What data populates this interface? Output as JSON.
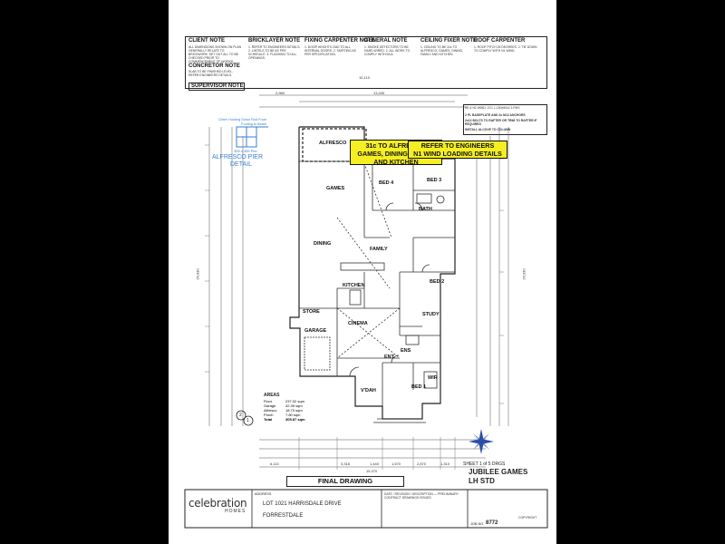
{
  "notes": {
    "client": "CLIENT NOTE",
    "bricklayer": "BRICKLAYER NOTE",
    "fixing_carpenter": "FIXING CARPENTER NOTE",
    "general": "GENERAL NOTE",
    "ceiling_fixer": "CEILING FIXER NOTE",
    "roof_carpenter": "ROOF CARPENTER",
    "concretor": "CONCRETOR NOTE",
    "supervisor": "SUPERVISOR NOTE"
  },
  "callouts": {
    "alfresco_area": [
      "31c TO ALFRESCO,",
      "GAMES, DINING, FAMILY",
      "AND KITCHEN"
    ],
    "engineers": [
      "REFER TO ENGINEERS",
      "N1 WIND LOADING DETAILS"
    ]
  },
  "wind_notes": [
    "N1 & N2 WIND: 2C1 1-150x50x2.3 RHS",
    "2 PL BASEPLATE AND 2x M12 ANCHORS",
    "2x12 BOLTS TO RAFTER OR TRIM TO RAFTER IF REQUIRED",
    "INSTALL ALCOVE TO COLUMN"
  ],
  "pier_detail": {
    "caption": "12mm Holding Down Rod From Footing to Beam",
    "size": "355 x 355 Pier",
    "title": [
      "ALFRESCO PIER",
      "DETAIL"
    ]
  },
  "rooms": {
    "alfresco": "ALFRESCO",
    "games": "GAMES",
    "bed4": "BED 4",
    "bed3": "BED 3",
    "bath": "BATH",
    "dining": "DINING",
    "family": "FAMILY",
    "kitchen": "KITCHEN",
    "bed2": "BED 2",
    "store": "STORE",
    "study": "STUDY",
    "garage": "GARAGE",
    "cinema": "CINEMA",
    "ent": "ENT.",
    "vdah": "V'DAH",
    "bed1": "BED 1",
    "ens": "ENS",
    "wir": "WIR"
  },
  "dimensions": {
    "top_left": "2,980",
    "top_mid": "10,110",
    "top_right": "13,430",
    "left_vertical": "26,930",
    "right_vertical": "26,930",
    "bottom_total": "15,370",
    "bottom_segments": [
      "6,110",
      "3,318",
      "1,440",
      "1,670",
      "2,870",
      "1,310"
    ]
  },
  "areas": {
    "title": "AREAS",
    "rows": [
      {
        "label": "Floor",
        "value": "237.02 sqm"
      },
      {
        "label": "Garage",
        "value": "42.35 sqm"
      },
      {
        "label": "Alfresco",
        "value": "18.70 sqm"
      },
      {
        "label": "Porch",
        "value": "7.80 sqm"
      },
      {
        "label": "Total",
        "value": "305.87 sqm"
      }
    ]
  },
  "grid_markers": [
    "2",
    "1"
  ],
  "final_drawing": "FINAL DRAWING",
  "sheet": "SHEET 1 of 5 DRGS",
  "project": [
    "JUBILEE GAMES",
    "LH STD"
  ],
  "address": {
    "label": "ADDRESS",
    "line1": "LOT 1021 HARRISDALE DRIVE",
    "line2": "FORRESTDALE"
  },
  "brand": {
    "name": "celebration",
    "sub": "HOMES"
  },
  "job_no": {
    "label": "JOB NO.",
    "value": "8772"
  },
  "copyright": "COPYRIGHT",
  "colors": {
    "background": "#000000",
    "sheet": "#ffffff",
    "highlight": "#f4ee22",
    "line": "#222222",
    "blue_sketch": "#3a7fd0"
  }
}
